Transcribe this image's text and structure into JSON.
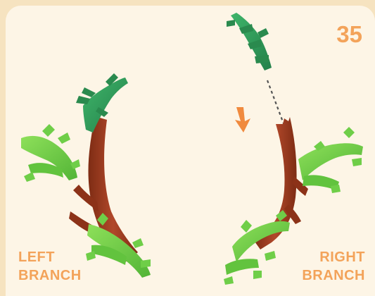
{
  "step_number": "35",
  "labels": {
    "left": [
      "LEFT",
      "BRANCH"
    ],
    "right": [
      "RIGHT",
      "BRANCH"
    ]
  },
  "colors": {
    "background": "#fdf5e6",
    "accent_orange": "#f3a35a",
    "branch_brown": "#a7401f",
    "leaf_light_green": "#6fce48",
    "leaf_dark_green": "#2f9b58"
  },
  "icons": [
    "arrow-down-icon",
    "dashed-guide-line"
  ]
}
